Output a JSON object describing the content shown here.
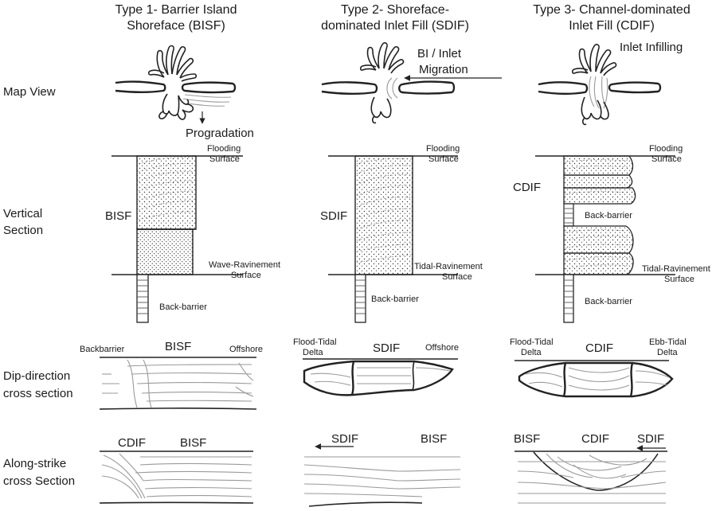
{
  "columns": [
    {
      "title_line1": "Type 1- Barrier Island",
      "title_line2": "Shoreface (BISF)"
    },
    {
      "title_line1": "Type 2- Shoreface-",
      "title_line2": "dominated Inlet Fill (SDIF)"
    },
    {
      "title_line1": "Type 3- Channel-dominated",
      "title_line2": "Inlet Fill (CDIF)"
    }
  ],
  "rows": {
    "map_view": "Map View",
    "vertical_line1": "Vertical",
    "vertical_line2": "Section",
    "dip_line1": "Dip-direction",
    "dip_line2": "cross section",
    "strike_line1": "Along-strike",
    "strike_line2": "cross Section"
  },
  "map": {
    "progradation": "Progradation",
    "bi_line1": "BI / Inlet",
    "bi_line2": "Migration",
    "infilling": "Inlet Infilling"
  },
  "vertical": {
    "flooding_line1": "Flooding",
    "flooding_line2": "Surface",
    "bisf": "BISF",
    "sdif": "SDIF",
    "cdif": "CDIF",
    "wave_line1": "Wave-Ravinement",
    "wave_line2": "Surface",
    "tidal_line1": "Tidal-Ravinement",
    "tidal_line2": "Surface",
    "back_barrier": "Back-barrier"
  },
  "dip": {
    "backbarrier": "Backbarrier",
    "bisf": "BISF",
    "offshore": "Offshore",
    "flood_line1": "Flood-Tidal",
    "flood_line2": "Delta",
    "sdif": "SDIF",
    "cdif": "CDIF",
    "ebb_line1": "Ebb-Tidal",
    "ebb_line2": "Delta"
  },
  "strike": {
    "cdif": "CDIF",
    "bisf": "BISF",
    "sdif": "SDIF"
  }
}
